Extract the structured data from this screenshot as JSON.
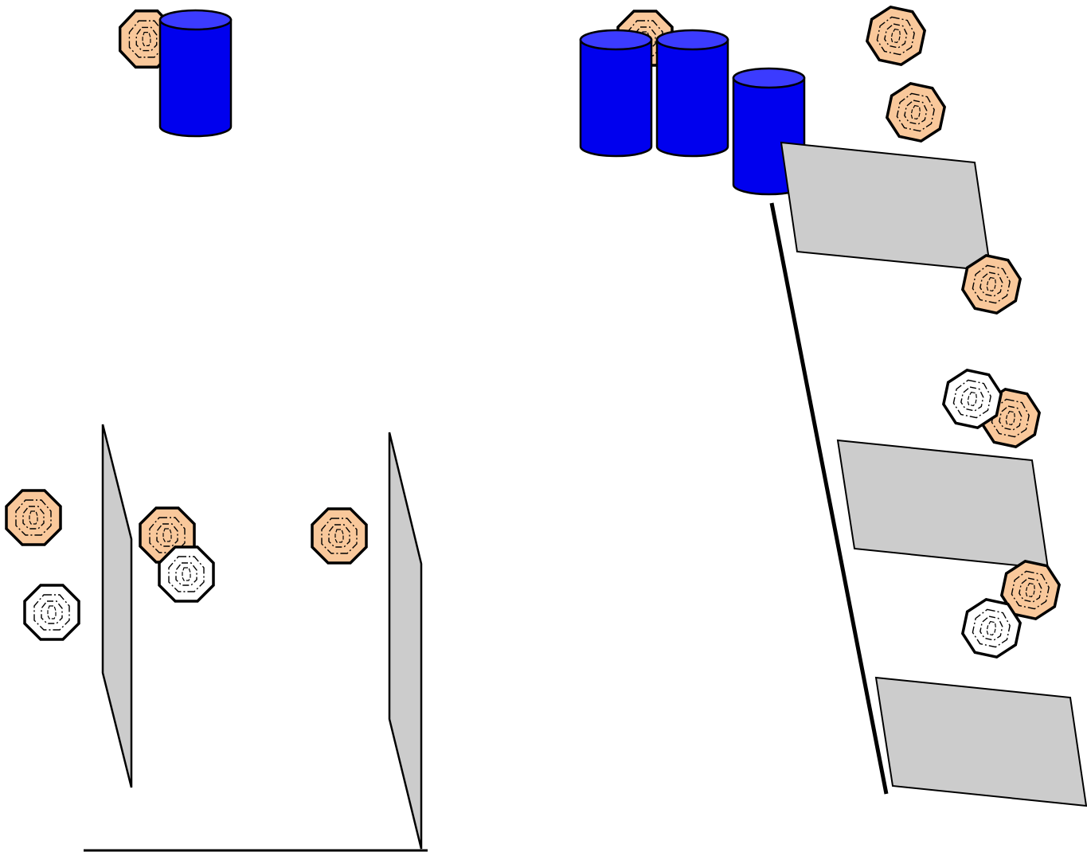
{
  "scene": {
    "description_free": true,
    "colors": {
      "background": "#ffffff",
      "barrel_fill": "#0000ee",
      "barrel_top": "#3b3bff",
      "panel_fill": "#cccccc",
      "target_orange": "#f9c89b",
      "target_white": "#ffffff",
      "stroke": "#000000"
    },
    "legend": []
  },
  "groups": {
    "left_area": {
      "barrels": 1,
      "panels": 2,
      "orange_targets": 4,
      "white_targets": 2
    },
    "right_area": {
      "barrels": 3,
      "panels": 3,
      "orange_targets": 6,
      "white_targets": 2
    }
  }
}
